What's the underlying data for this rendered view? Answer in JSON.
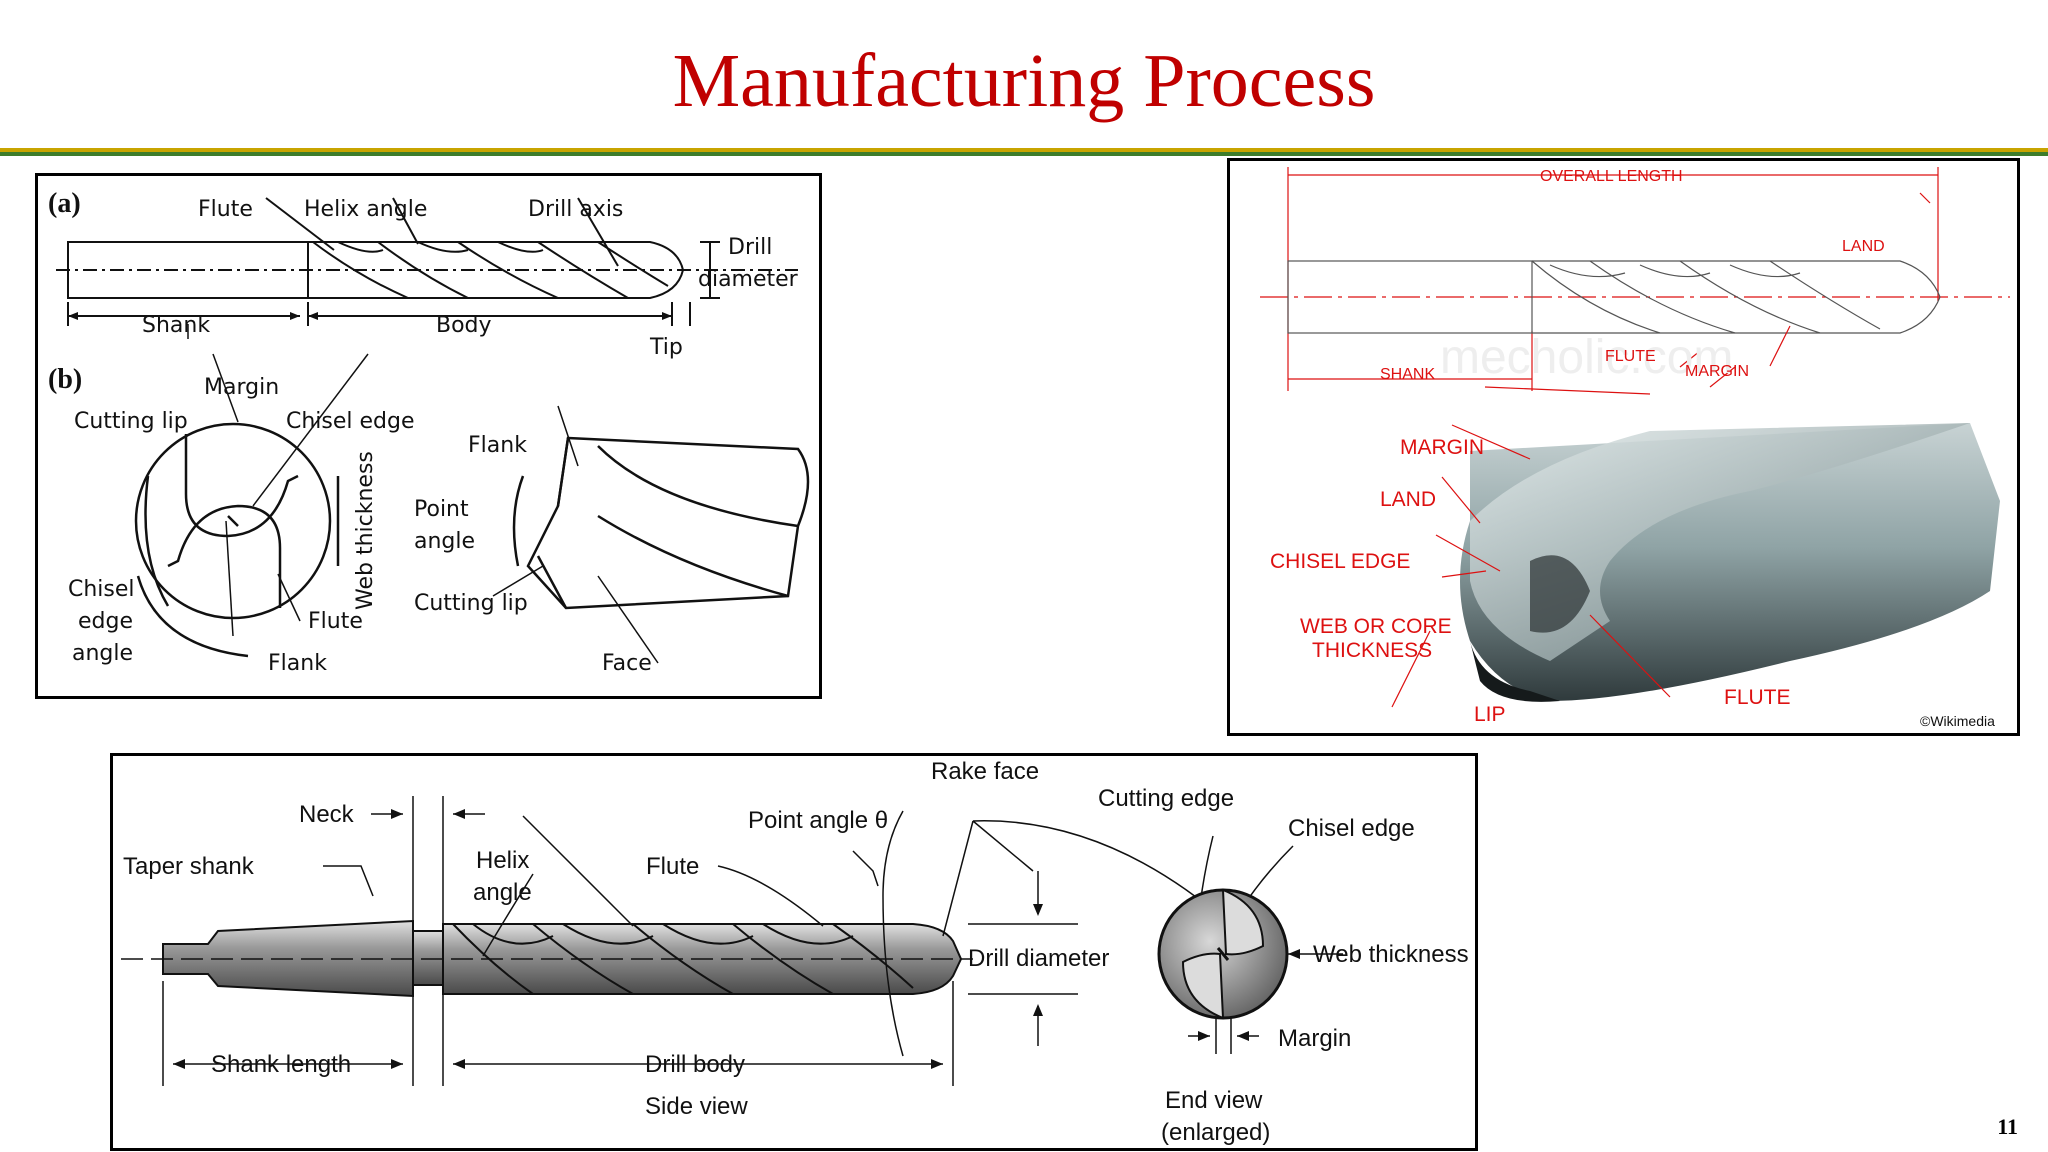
{
  "slide": {
    "title": "Manufacturing Process",
    "page_number": "11"
  },
  "figure_a": {
    "label_a": "(a)",
    "label_b": "(b)",
    "flute": "Flute",
    "helix_angle": "Helix angle",
    "drill_axis": "Drill axis",
    "drill": "Drill",
    "diameter": "diameter",
    "shank": "Shank",
    "body": "Body",
    "tip": "Tip",
    "margin": "Margin",
    "cutting_lip": "Cutting lip",
    "chisel_edge": "Chisel edge",
    "web_thickness": "Web thickness",
    "chisel": "Chisel",
    "edge": "edge",
    "angle": "angle",
    "flute_b": "Flute",
    "flank": "Flank",
    "flank_top": "Flank",
    "point": "Point",
    "point_angle": "angle",
    "cutting_lip_right": "Cutting lip",
    "face": "Face"
  },
  "figure_b": {
    "overall_length": "OVERALL LENGTH",
    "land_top": "LAND",
    "flute": "FLUTE",
    "margin_top": "MARGIN",
    "shank": "SHANK",
    "watermark": "mecholic.com",
    "margin": "MARGIN",
    "land": "LAND",
    "chisel_edge": "CHISEL EDGE",
    "web_line1": "WEB OR CORE",
    "web_line2": "THICKNESS",
    "lip": "LIP",
    "flute2": "FLUTE",
    "credit": "©Wikimedia"
  },
  "figure_c": {
    "neck": "Neck",
    "taper_shank": "Taper shank",
    "helix": "Helix",
    "angle": "angle",
    "flute": "Flute",
    "point_angle": "Point angle θ",
    "rake_face": "Rake face",
    "cutting_edge": "Cutting edge",
    "chisel_edge": "Chisel edge",
    "drill_diameter": "Drill diameter",
    "web_thickness": "Web thickness",
    "margin": "Margin",
    "shank_length": "Shank length",
    "drill_body": "Drill body",
    "side_view": "Side view",
    "end_view": "End view",
    "enlarged": "(enlarged)"
  }
}
